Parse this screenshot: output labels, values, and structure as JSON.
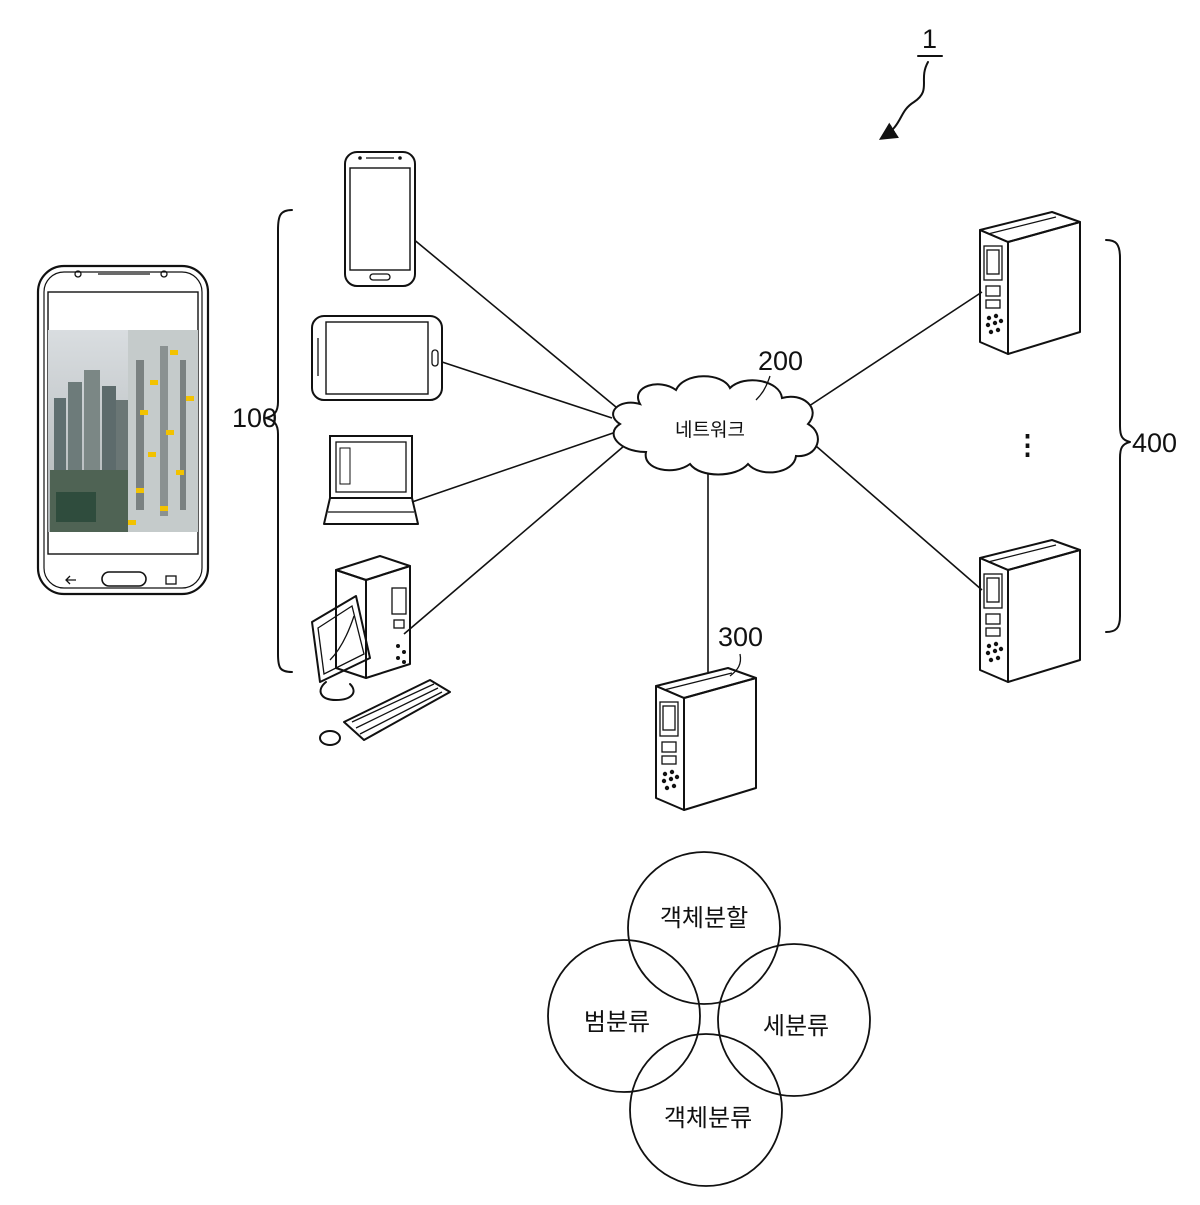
{
  "figure": {
    "ref_numeral": "1",
    "labels": {
      "user_terminals": "100",
      "network": "200",
      "server": "300",
      "external_servers": "400"
    },
    "network_text": "네트워크",
    "ellipsis": "⋮"
  },
  "venn": {
    "top": "객체분할",
    "left": "범분류",
    "right": "세분류",
    "bottom": "객체분류"
  }
}
